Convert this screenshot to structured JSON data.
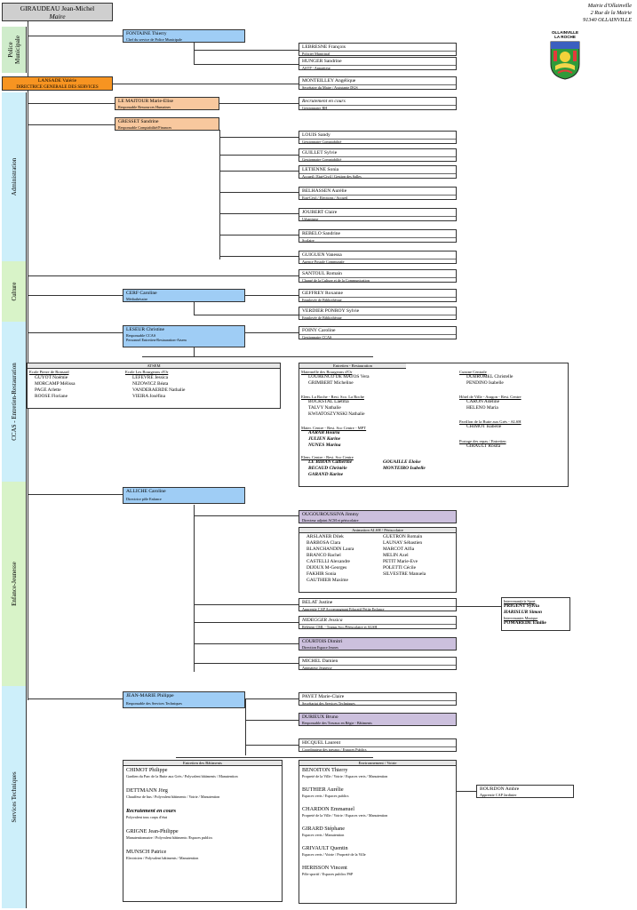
{
  "mayor": {
    "name": "GIRAUDEAU Jean-Michel",
    "title": "Maire"
  },
  "address": {
    "l1": "Mairie d'Ollainville",
    "l2": "2 Rue de la Mairie",
    "l3": "91340 OLLAINVILLE"
  },
  "logo": {
    "top": "OLLAINVILLE",
    "bottom": "LA ROCHE"
  },
  "sides": {
    "police": "Police Municipale",
    "admin": "Administration",
    "culture": "Culture",
    "ccas": "CCAS - Entretien-Restauration",
    "enfance": "Enfance-Jeunesse",
    "tech": "Services Techniques"
  },
  "police": {
    "head": {
      "name": "FONTAINE Thierry",
      "role": "Chef du service de Police Municipale"
    },
    "lebresne": {
      "name": "LEBRESNE François",
      "role": "Policier Municipal"
    },
    "hunger": {
      "name": "HUNGER Sandrine",
      "role": "ASVP - Appariteur"
    }
  },
  "dgs": {
    "name": "LANSADE Valérie",
    "role": "DIRECTRICE GENERALE DES SERVICES"
  },
  "admin": {
    "monteilley": {
      "name": "MONTEILLEY Angélique",
      "role": "Secrétaire du Maire / Assistante DGS"
    },
    "maitour": {
      "name": "LE MAITOUR Marie-Elise",
      "role": "Responsable Ressources Humaines"
    },
    "recrut": {
      "name": "Recrutement en cours",
      "role": "Gestionnaire RH"
    },
    "gresset": {
      "name": "GRESSET Sandrine",
      "role": "Responsable Comptabilité/Finances"
    },
    "louis": {
      "name": "LOUIS Sandy",
      "role": "Gestionnaire Comptabilité"
    },
    "guillet": {
      "name": "GUILLET Sylvie",
      "role": "Gestionnaire Comptabilité"
    },
    "letienne": {
      "name": "LETIENNE Sonia",
      "role": "Accueil / Etat-Civil / Gestion des Salles"
    },
    "belhassen": {
      "name": "BELHASSEN Aurélie",
      "role": "Etat-Civil / Elections / Accueil"
    },
    "joubert": {
      "name": "JOUBERT Claire",
      "role": "Urbanisme"
    },
    "rebelo": {
      "name": "REBELO Sandrine",
      "role": "Scolaire"
    },
    "guiguen": {
      "name": "GUIGUEN Vanessa",
      "role": "Agence Postale Communale"
    }
  },
  "culture": {
    "santoul": {
      "name": "SANTOUL Romain",
      "role": "Chargé de la Culture et de la Communication"
    },
    "cerf": {
      "name": "CERF Caroline",
      "role": "Médiathécaire"
    },
    "geffrey": {
      "name": "GEFFREY Roxanne",
      "role": "Employée de Bibliothèque"
    },
    "verdier": {
      "name": "VERDIER PONROY Sylvie",
      "role": "Employée de Bibliothèque"
    }
  },
  "ccas": {
    "leseur": {
      "name": "LESEUR Christine",
      "role1": "Responsable CCAS",
      "role2": "Personnel Entretien-Restauration-Atsem"
    },
    "foiny": {
      "name": "FOINY Caroline",
      "role": "Gestionnaire CCAS"
    },
    "atsem": {
      "title": "ATSEM",
      "ecole1": "Ecole Pierre de Ronsard",
      "col1": [
        "GUYOT Noémie",
        "MORCAMP Mélissa",
        "PAGE Arlette",
        "ROOSE Floriane"
      ],
      "ecole2": "Ecole Les Bourgeons d'Or",
      "col2": [
        "LEFEVRE Jessica",
        "NIZOWICZ Béata",
        "VANDERAERDE Nathalie",
        "VIEIRA Joséfina"
      ]
    },
    "entretien": {
      "title": "Entretien - Restauration",
      "g1": "Maternelle des Bourgeons d'Or",
      "g1n": [
        "LOURENCO DE MATOS Vera",
        "GRIMBERT Micheline"
      ],
      "g2": "Elem. La Roche - Resi. Sco. La Roche",
      "g2n": [
        "BOCKSTAL Laetitia",
        "TALVY Nathalie",
        "KWIATOSZYNSKI Nathalie"
      ],
      "g3": "Mater. Centre - Resi. Sco Centre - MPT",
      "g3n": [
        "AARAB Houria",
        "JULIEN Karine",
        "NUNES Marina"
      ],
      "g4": "Elem. Centre - Resi. Sco Centre",
      "g4a": [
        "LE BIHAN Catherine",
        "BECAUD Christèle",
        "GARAND Karine"
      ],
      "g4b": [
        "GOUAILLE Eloïse",
        "MONTEIRO Isabelle"
      ],
      "g5": "Cuisine Centrale",
      "g5n": [
        "DUBROMEL Christelle",
        "PENDINO Isabelle"
      ],
      "g6": "Hôtel de Ville - Aragon - Resi. Centre",
      "g6n": [
        "CARON Adeline",
        "HELENO Maria"
      ],
      "g7": "Pavillon de la Butte aux Grès - ALSH",
      "g7n": [
        "CHIMOT Isabelle"
      ],
      "g8": "Portage des repas / Entretien",
      "g8n": [
        "GIRAULT Rosita"
      ]
    }
  },
  "enfance": {
    "alliche": {
      "name": "ALLICHE Caroline",
      "role": "Directrice pôle Enfance"
    },
    "ougour": {
      "name": "OUGOUROUSSIVA Jimmy",
      "role": "Directeur adjoint ACM et périscolaire"
    },
    "anim": {
      "title": "Animation ALSH / Périscolaire",
      "col1": [
        "ARSLANER Dilek",
        "BARBOSA Clara",
        "BLANCHANDIN Laura",
        "BRANCO Rachel",
        "CASTELLI Alexandre",
        "DIJOUX M-Georges",
        "FAKHIR Sonia",
        "GAUTHIER Maxime"
      ],
      "col2": [
        "GUETRON Romain",
        "LAUNAY Sébastien",
        "MARCOT Alfia",
        "MELIN Axel",
        "PETIT Marie-Eve",
        "POLETTI Cécile",
        "SILVESTRE Manuela"
      ]
    },
    "belat": {
      "name": "BELAT Justine",
      "role": "Apprentie CAP Accompagnant Educatif Petite Enfance"
    },
    "nidegger": {
      "name": "NIDEGGER Jessica",
      "role": "Référent CML - Transp.Sco./Périscolaire et ALSH"
    },
    "interv1": {
      "title": "Intervenant(e)s Sport",
      "n1": "PRIGENT Sylvia",
      "n2": "HARISLUR Simon"
    },
    "interv2": {
      "title": "Intervenantes Musique",
      "n1": "POMAREDE Emilie"
    },
    "courtois": {
      "name": "COURTOIS Dimitri",
      "role": "Direction Espace Jeunes"
    },
    "michel": {
      "name": "MICHEL Damien",
      "role": "Animateur Jeunesse"
    }
  },
  "tech": {
    "jeanmarie": {
      "name": "JEAN-MARIE Philippe",
      "role": "Responsable des Services Techniques"
    },
    "payet": {
      "name": "PAYET Marie-Claire",
      "role": "Secrétariat des Services Techniques"
    },
    "durieux": {
      "name": "DURIEUX Bruno",
      "role": "Responsable des Travaux en Régie - Bâtiments"
    },
    "hicquel": {
      "name": "HICQUEL Laurent",
      "role": "Coordinateur des travaux / Espaces Publics"
    },
    "bat": {
      "title": "Entretien des Bâtiments",
      "people": [
        {
          "name": "CHIMOT Philippe",
          "role": "Gardien du Parc de la Butte aux Grès / Polyvalent bâtiments / Manutention"
        },
        {
          "name": "DETTMANN Jörg",
          "role": "Chauffeur de bus / Polyvalent bâtiments / Voirie / Manutention"
        },
        {
          "name": "Recrutement en cours",
          "role": "Polyvalent tous corps d'état"
        },
        {
          "name": "GRIGNE Jean-Philippe",
          "role": "Manutentionnaire / Polyvalent bâtiments /Espaces publics"
        },
        {
          "name": "MUNSCH Patrice",
          "role": "Electricien / Polyvalent bâtiments / Manutention"
        }
      ]
    },
    "env": {
      "title": "Environnement / Voirie",
      "people": [
        {
          "name": "BENOITON Thierry",
          "role": "Propreté de la Ville / Voirie / Espaces verts / Manutention"
        },
        {
          "name": "BUTHIER Aurélie",
          "role": "Espaces verts / Espaces publics"
        },
        {
          "name": "CHARDON Emmanuel",
          "role": "Propreté de la Ville / Voirie / Espaces verts / Manutention"
        },
        {
          "name": "GIRARD Stéphane",
          "role": "Espaces verts / Manutention"
        },
        {
          "name": "GRIVAULT Quentin",
          "role": "Espaces verts / Voirie / Propreté de la Ville"
        },
        {
          "name": "HERISSON Vincent",
          "role": "Pôle sportif / Espaces publics PSP"
        }
      ]
    },
    "bourdon": {
      "name": "BOURDON Ambre",
      "role": "Apprentie CAP Jardinier"
    }
  }
}
